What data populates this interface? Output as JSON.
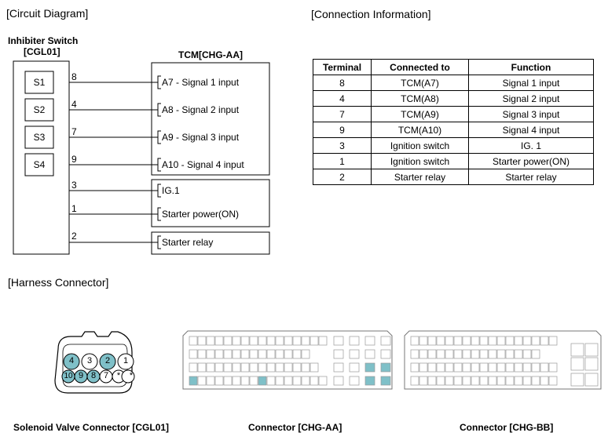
{
  "circuit": {
    "section_title": "[Circuit Diagram]",
    "switch_title_line1": "Inhibiter Switch",
    "switch_title_line2": "[CGL01]",
    "switches": [
      "S1",
      "S2",
      "S3",
      "S4"
    ],
    "tcm_title": "TCM[CHG-AA]",
    "wires": [
      {
        "pin": "8",
        "label": "A7 - Signal 1 input"
      },
      {
        "pin": "4",
        "label": "A8 - Signal 2 input"
      },
      {
        "pin": "7",
        "label": "A9 - Signal 3 input"
      },
      {
        "pin": "9",
        "label": "A10 - Signal 4 input"
      },
      {
        "pin": "3",
        "label": "IG.1"
      },
      {
        "pin": "1",
        "label": "Starter power(ON)"
      },
      {
        "pin": "2",
        "label": "Starter relay"
      }
    ]
  },
  "connection": {
    "section_title": "[Connection Information]",
    "headers": [
      "Terminal",
      "Connected to",
      "Function"
    ],
    "rows": [
      [
        "8",
        "TCM(A7)",
        "Signal 1 input"
      ],
      [
        "4",
        "TCM(A8)",
        "Signal 2 input"
      ],
      [
        "7",
        "TCM(A9)",
        "Signal 3 input"
      ],
      [
        "9",
        "TCM(A10)",
        "Signal 4 input"
      ],
      [
        "3",
        "Ignition switch",
        "IG. 1"
      ],
      [
        "1",
        "Ignition switch",
        "Starter power(ON)"
      ],
      [
        "2",
        "Starter relay",
        "Starter relay"
      ]
    ]
  },
  "harness": {
    "section_title": "[Harness Connector]",
    "solenoid_caption": "Solenoid Valve Connector [CGL01]",
    "solenoid_top_pins": [
      "4",
      "3",
      "2",
      "1"
    ],
    "solenoid_bottom_pins": [
      "10",
      "9",
      "8",
      "7",
      "*",
      "*"
    ],
    "chg_aa_caption": "Connector [CHG-AA]",
    "chg_bb_caption": "Connector [CHG-BB]",
    "highlight_color": "#7fc0c8"
  }
}
